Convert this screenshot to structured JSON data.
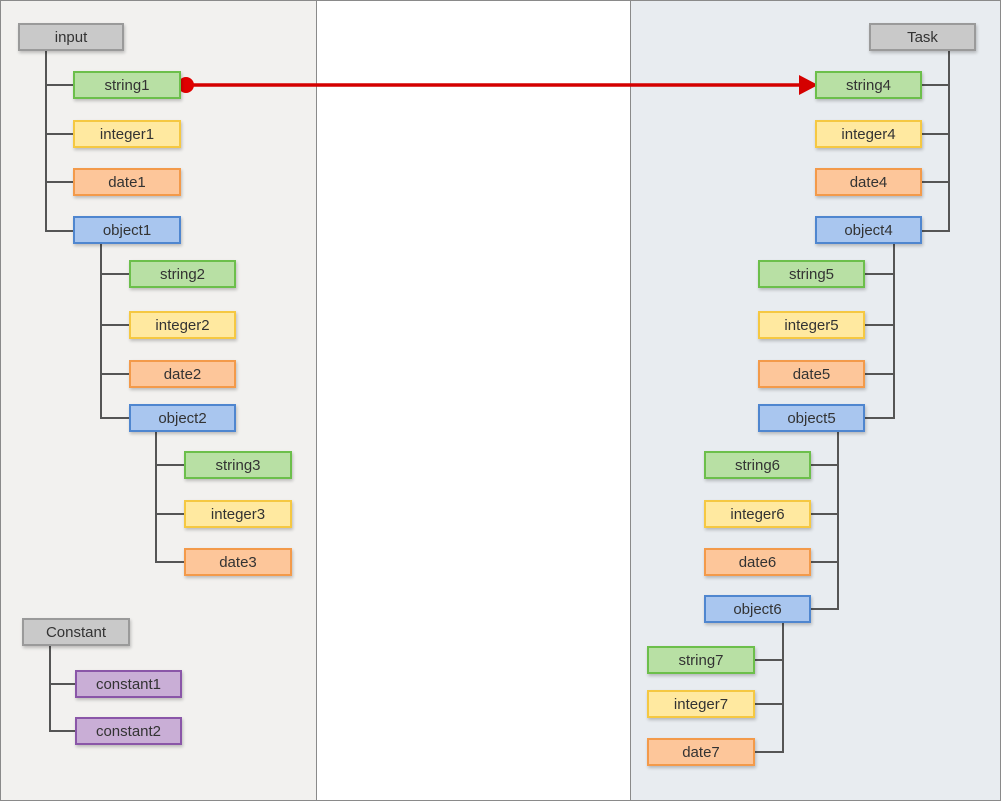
{
  "colors": {
    "string_fill": "#b8e0a4",
    "string_border": "#6cbf4b",
    "integer_fill": "#ffe9a0",
    "integer_border": "#f5c842",
    "date_fill": "#fdc69a",
    "date_border": "#f39a4a",
    "object_fill": "#a9c6ef",
    "object_border": "#4f86cf",
    "constant_fill": "#c9aed6",
    "constant_border": "#8a56a8",
    "root_fill": "#c9c9c9",
    "mapping_arrow": "#d40000"
  },
  "source": {
    "root": "input",
    "fields": {
      "string1": "string1",
      "integer1": "integer1",
      "date1": "date1",
      "object1": "object1",
      "string2": "string2",
      "integer2": "integer2",
      "date2": "date2",
      "object2": "object2",
      "string3": "string3",
      "integer3": "integer3",
      "date3": "date3"
    }
  },
  "constants": {
    "root": "Constant",
    "items": {
      "constant1": "constant1",
      "constant2": "constant2"
    }
  },
  "target": {
    "root": "Task",
    "fields": {
      "string4": "string4",
      "integer4": "integer4",
      "date4": "date4",
      "object4": "object4",
      "string5": "string5",
      "integer5": "integer5",
      "date5": "date5",
      "object5": "object5",
      "string6": "string6",
      "integer6": "integer6",
      "date6": "date6",
      "object6": "object6",
      "string7": "string7",
      "integer7": "integer7",
      "date7": "date7"
    }
  },
  "mappings": [
    {
      "from": "string1",
      "to": "string4"
    }
  ]
}
